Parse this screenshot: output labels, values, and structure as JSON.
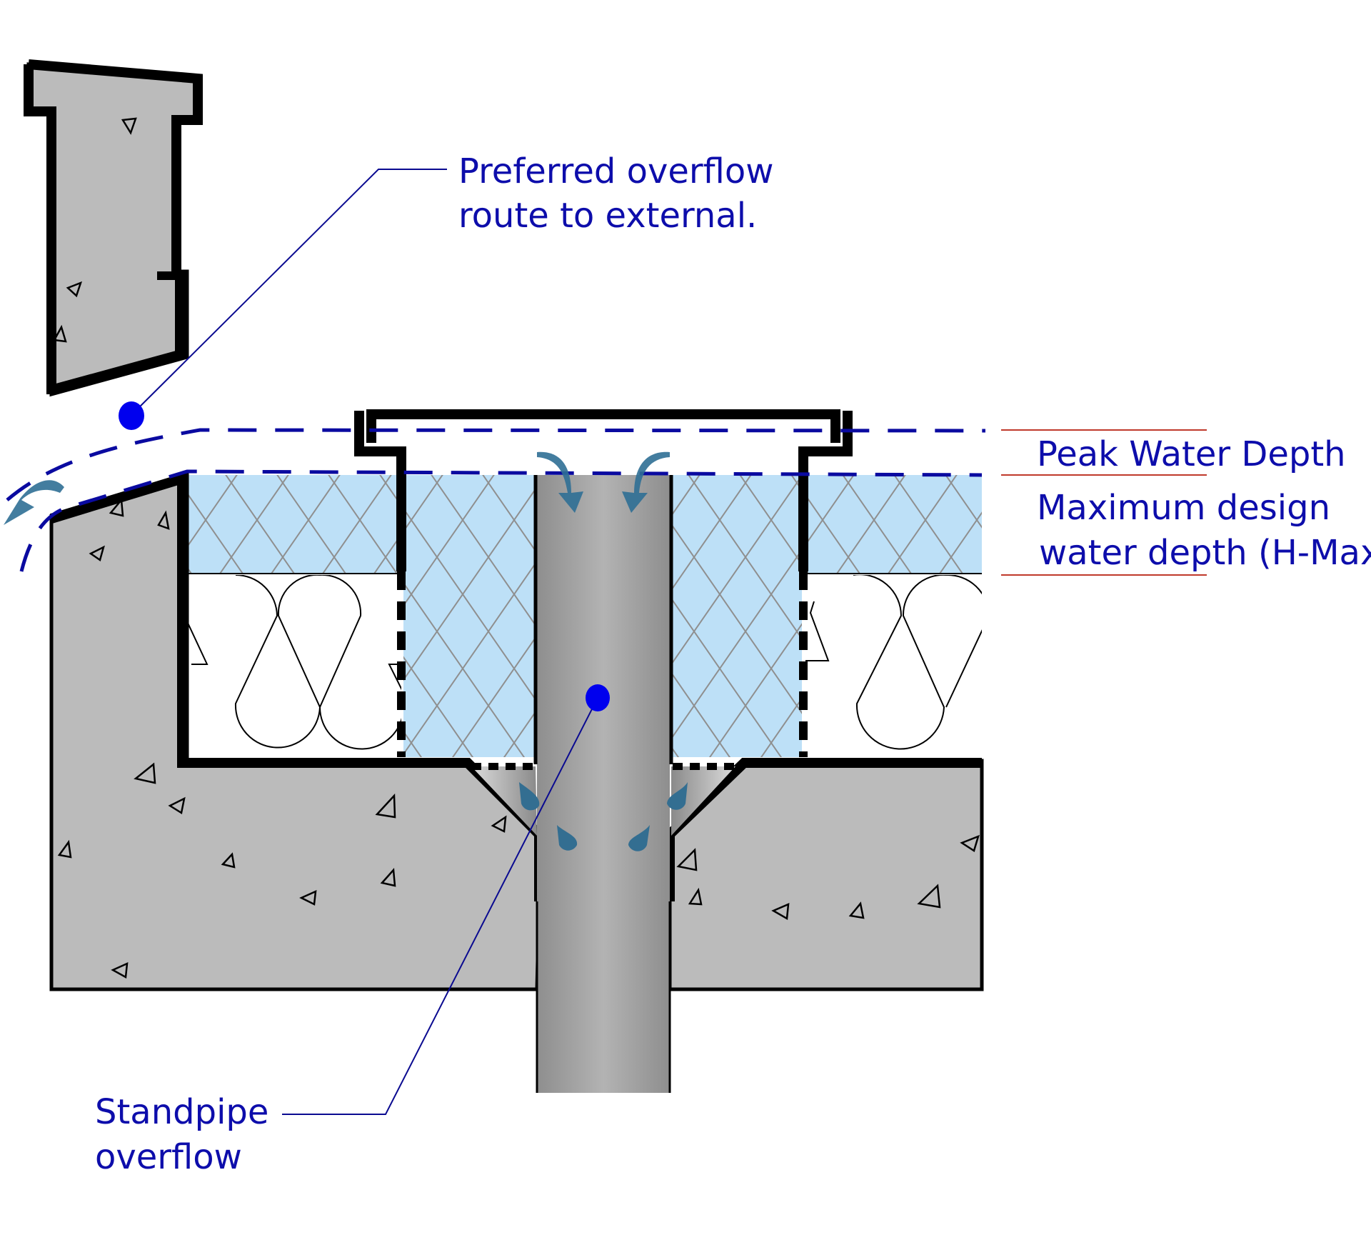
{
  "title": "Standpipe overflow detail for blue roof",
  "labels": {
    "preferred_overflow": [
      "Preferred overflow",
      "route to external."
    ],
    "peak_water_depth": "Peak Water Depth",
    "max_design_depth": [
      "Maximum design",
      "water depth  (H-Max"
    ],
    "standpipe_overflow": [
      "Standpipe",
      "overflow"
    ]
  },
  "colors": {
    "label_text": "#0d0dab",
    "water_fill": "#bde0f7",
    "concrete": "#bbbbbb",
    "flow_arrow": "#2f6f95",
    "leader_dot": "#0000ee",
    "level_line": "#c0392b",
    "water_line": "#0a0aa0"
  },
  "components": [
    "parapet-upstand",
    "roof-slab",
    "insulation-layer",
    "attenuation-void",
    "standpipe",
    "outlet-collar",
    "overflow-flow-arrows",
    "water-droplets"
  ]
}
